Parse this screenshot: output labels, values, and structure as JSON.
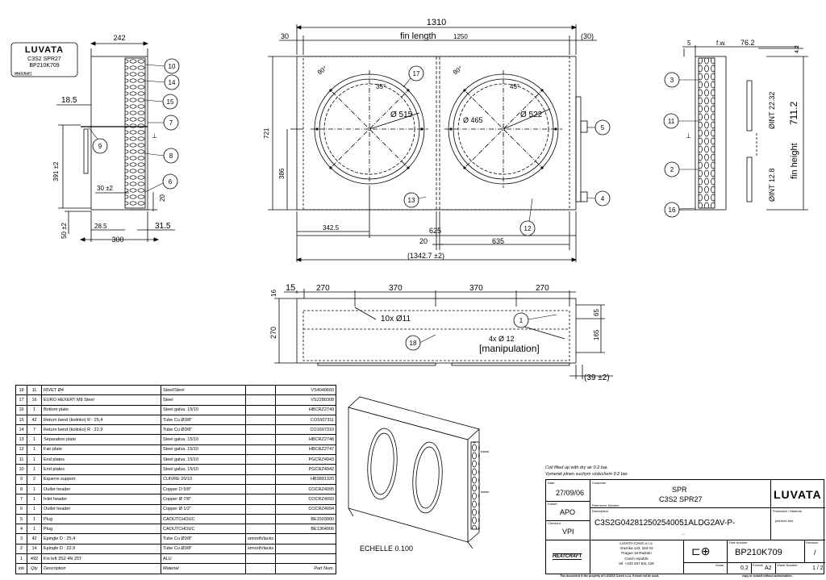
{
  "brand": {
    "name": "LUVATA",
    "sub_brand": "HEATCRAFT"
  },
  "label_plate": {
    "line1": "C3S2 SPR27",
    "line2": "BP210K709"
  },
  "side_view": {
    "dims": {
      "width_top": "242",
      "d_18_5": "18.5",
      "d_391": "391 ±2",
      "d_30": "30 ±2",
      "d_20": "20",
      "d_50": "50 ±2",
      "d_28_5": "28.5",
      "d_31_5": "31.5",
      "d_300": "300"
    },
    "balloons": [
      "10",
      "14",
      "15",
      "7",
      "9",
      "8",
      "6"
    ]
  },
  "front_view": {
    "dims": {
      "overall": "1310",
      "left": "30",
      "fin_length_label": "fin length",
      "fin_length_value": "1250",
      "right": "(30)",
      "height": "721",
      "d_386": "386",
      "d_342_5": "342.5",
      "d_625": "625",
      "d_20": "20",
      "d_635": "635",
      "total": "(1342.7  ±2)",
      "fan1_dia": "Ø 515",
      "fan2_inner": "Ø 465",
      "fan2_dia": "Ø 522",
      "ang90a": "90°",
      "ang35": "35°",
      "ang90b": "90°",
      "ang45": "45°"
    },
    "balloons": [
      "17",
      "5",
      "4",
      "13",
      "12"
    ]
  },
  "end_view": {
    "dims": {
      "d5": "5",
      "fw": "f.w.",
      "d76": "76.2",
      "d4_2": "4.2",
      "int_top": "ØINT 22.32",
      "d711": "711.2",
      "int_bot": "ØINT 12.8",
      "fin_height": "fin height"
    },
    "balloons": [
      "3",
      "11",
      "2",
      "16"
    ]
  },
  "top_view": {
    "dims": {
      "d15": "15",
      "d270a": "270",
      "d370a": "370",
      "d370b": "370",
      "d270b": "270",
      "d16": "16",
      "d65": "65",
      "d165": "165",
      "d270": "270",
      "holes": "10x  Ø11",
      "holes4": "4x  Ø 12",
      "manipulation": "[manipulation]",
      "d39": "(39 ±2)"
    },
    "balloons": [
      "1",
      "18"
    ]
  },
  "bom": {
    "headers": [
      "idx",
      "Qty",
      "Description",
      "Material",
      "",
      "Part Num."
    ],
    "rows": [
      {
        "idx": "18",
        "qty": "11",
        "desc": "RIVET Ø4",
        "mat": "Steel/Steel",
        "spec": "",
        "part": "VS4040660"
      },
      {
        "idx": "17",
        "qty": "16",
        "desc": "EURO HEXERT M8 Steel",
        "mat": "Steel",
        "spec": "",
        "part": "VS2280308"
      },
      {
        "idx": "16",
        "qty": "1",
        "desc": "Bottom plate",
        "mat": "Steel galva. 15/10",
        "spec": "",
        "part": "HBCRZ2749"
      },
      {
        "idx": "15",
        "qty": "42",
        "desc": "Return bend (kolinko) R : 25,4",
        "mat": "Tube Cu Ø3/8\"",
        "spec": "",
        "part": "CO1607311"
      },
      {
        "idx": "14",
        "qty": "7",
        "desc": "Return bend (kolinko) R : 22,9",
        "mat": "Tube Cu Ø3/8\"",
        "spec": "",
        "part": "CO1607310"
      },
      {
        "idx": "13",
        "qty": "1",
        "desc": "Separation plate",
        "mat": "Steel galva. 15/10",
        "spec": "",
        "part": "HBCRZ2748"
      },
      {
        "idx": "12",
        "qty": "1",
        "desc": "Fan plate",
        "mat": "Steel galva. 15/10",
        "spec": "",
        "part": "HBCRZ2747"
      },
      {
        "idx": "11",
        "qty": "1",
        "desc": "End plates",
        "mat": "Steel galva. 15/10",
        "spec": "",
        "part": "PGCRZ4943"
      },
      {
        "idx": "10",
        "qty": "1",
        "desc": "End plates",
        "mat": "Steel galva. 15/10",
        "spec": "",
        "part": "PGCRZ4942"
      },
      {
        "idx": "9",
        "qty": "2",
        "desc": "Equerre support",
        "mat": "CUIVRE 20/10",
        "spec": "",
        "part": "HB3891320"
      },
      {
        "idx": "8",
        "qty": "1",
        "desc": "Outlet header",
        "mat": "Copper O 5/8\"",
        "spec": "",
        "part": "COCRZ4095"
      },
      {
        "idx": "7",
        "qty": "1",
        "desc": "Inlet header",
        "mat": "Copper Ø 7/8\"",
        "spec": "",
        "part": "COCRZ4093"
      },
      {
        "idx": "6",
        "qty": "1",
        "desc": "Outlet header",
        "mat": "Copper Ø 1/2\"",
        "spec": "",
        "part": "COCRZ4094"
      },
      {
        "idx": "5",
        "qty": "1",
        "desc": "Plug",
        "mat": "CAOUTCHOUC",
        "spec": "",
        "part": "BE1503900"
      },
      {
        "idx": "4",
        "qty": "1",
        "desc": "Plug",
        "mat": "CAOUTCHOUC",
        "spec": "",
        "part": "BE1364006"
      },
      {
        "idx": "3",
        "qty": "42",
        "desc": "Epingle D : 25,4",
        "mat": "Tube Cu Ø3/8\"",
        "spec": "smooth/lacks",
        "part": ""
      },
      {
        "idx": "2",
        "qty": "14",
        "desc": "Epingle D : 22,9",
        "mat": "Tube Cu Ø3/8\"",
        "spec": "smooth/lacks",
        "part": ""
      },
      {
        "idx": "1",
        "qty": "492",
        "desc": "Fin left 3S2 4N 25T",
        "mat": "ALU",
        "spec": "",
        "part": ""
      }
    ]
  },
  "scale_note": "ECHELLE    0.100",
  "notes": {
    "line1": "Coil filled up with dry air 0.2 bar.",
    "line2": "Vymenik plnen suchym vzduchem 0.2 bar."
  },
  "title_block": {
    "date_label": "Date",
    "date": "27/09/06",
    "drawn_label": "Drawn",
    "drawn": "APO",
    "checked_label": "Checked",
    "checked": "VPI",
    "customer_label": "Customer",
    "customer1": "SPR",
    "customer2": "C3S2 SPR27",
    "ref_label": "Reference Number",
    "desc_label": "Description",
    "description": "C3S2G042812502540051ALDG2AV-P-",
    "desc_sub": "---",
    "protection_label": "Protection / Material",
    "protection": "peinture ther",
    "company": [
      "LUVATA Czech s.r.o.",
      "Vrazska 143, 153 03",
      "Prague 16 Radotin",
      "Czech republic",
      "tel. +420 257 811 129"
    ],
    "part_label": "Part Number",
    "part": "BP210K709",
    "revision_label": "Revision",
    "revision": "/",
    "scale_label": "Scale",
    "scale": "0.2",
    "format_label": "Format",
    "format": "A2",
    "sheet_label": "Sheet Number",
    "sheet": "1 / 2",
    "footer_left": "This document is the property of LUVATA Czech s.r.o. It must not be used,",
    "footer_right": "copy or submit without authorisation."
  }
}
